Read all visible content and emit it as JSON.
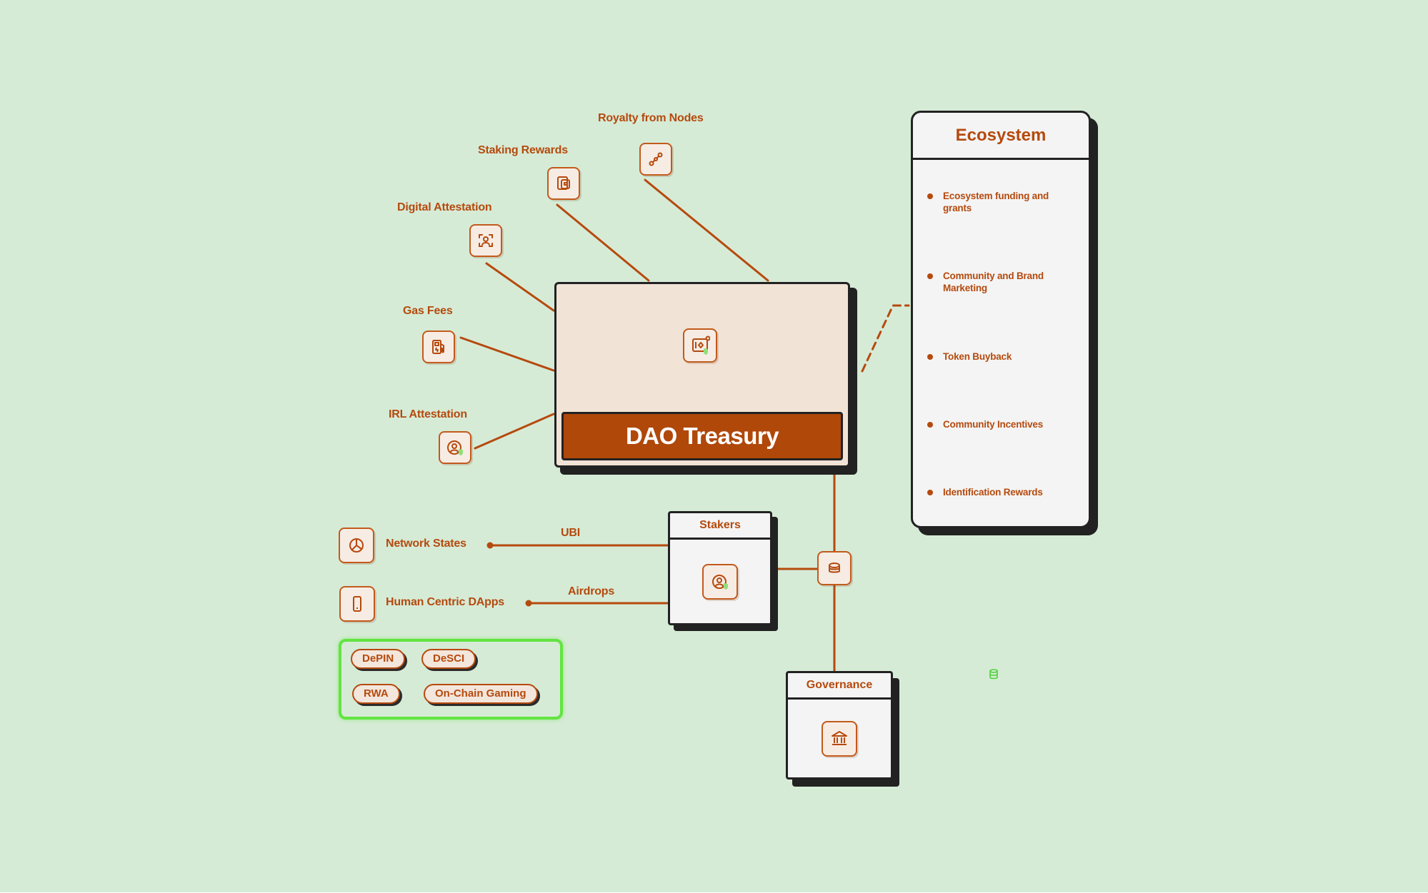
{
  "colors": {
    "background": "#d6ebd6",
    "accent": "#b54a0e",
    "treasury_bar": "#b0480a",
    "sector_border": "#62e442"
  },
  "treasury": {
    "title": "DAO Treasury",
    "icon": "vault-icon"
  },
  "revenue_sources": [
    {
      "label": "Royalty from Nodes",
      "icon": "node-link-icon"
    },
    {
      "label": "Staking Rewards",
      "icon": "document-wallet-icon"
    },
    {
      "label": "Digital Attestation",
      "icon": "face-scan-icon"
    },
    {
      "label": "Gas Fees",
      "icon": "fuel-pump-icon"
    },
    {
      "label": "IRL Attestation",
      "icon": "verified-user-icon"
    }
  ],
  "ecosystem": {
    "title": "Ecosystem",
    "items": [
      "Ecosystem funding and grants",
      "Community and Brand Marketing",
      "Token Buyback",
      "Community Incentives",
      "Identification Rewards"
    ]
  },
  "stakers": {
    "title": "Stakers",
    "icon": "verified-user-icon"
  },
  "governance": {
    "title": "Governance",
    "icon": "bank-icon"
  },
  "hub": {
    "icon": "coin-stack-icon"
  },
  "distribution": [
    {
      "label": "Network States",
      "flow": "UBI",
      "icon": "pie-chart-icon"
    },
    {
      "label": "Human Centric DApps",
      "flow": "Airdrops",
      "icon": "smartphone-icon"
    }
  ],
  "sectors": [
    "DePIN",
    "DeSCI",
    "RWA",
    "On-Chain Gaming"
  ]
}
